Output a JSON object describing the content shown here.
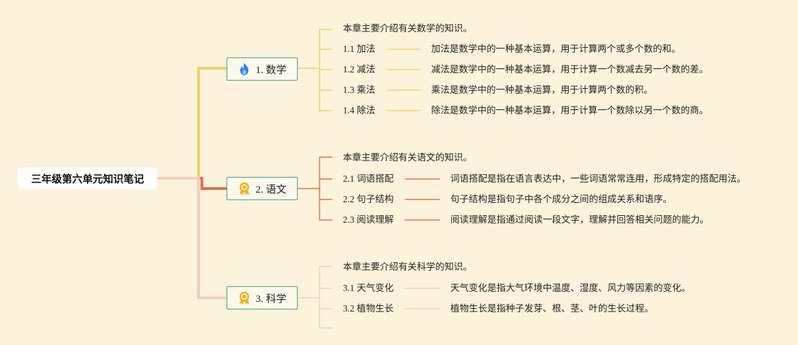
{
  "root": {
    "title": "三年级第六单元知识笔记"
  },
  "colors": {
    "background": "#fdf3dc",
    "branch_math": "#f2cf63",
    "branch_chinese": "#e27145",
    "branch_science": "#f7c9bc",
    "topic_border": "#4d9a7e",
    "flame_icon": "#2f7de1",
    "award_icon": "#e9b51f"
  },
  "topics": [
    {
      "label": "1. 数学",
      "icon": "flame-icon",
      "intro": "本章主要介绍有关数学的知识。",
      "items": [
        {
          "title": "1.1 加法",
          "desc": "加法是数学中的一种基本运算，用于计算两个或多个数的和。"
        },
        {
          "title": "1.2 减法",
          "desc": "减法是数学中的一种基本运算，用于计算一个数减去另一个数的差。"
        },
        {
          "title": "1.3 乘法",
          "desc": "乘法是数学中的一种基本运算，用于计算两个数的积。"
        },
        {
          "title": "1.4 除法",
          "desc": "除法是数学中的一种基本运算，用于计算一个数除以另一个数的商。"
        }
      ]
    },
    {
      "label": "2. 语文",
      "icon": "award-icon",
      "intro": "本章主要介绍有关语文的知识。",
      "items": [
        {
          "title": "2.1 词语搭配",
          "desc": "词语搭配是指在语言表达中，一些词语常常连用，形成特定的搭配用法。"
        },
        {
          "title": "2.2 句子结构",
          "desc": "句子结构是指句子中各个成分之间的组成关系和语序。"
        },
        {
          "title": "2.3 阅读理解",
          "desc": "阅读理解是指通过阅读一段文字，理解并回答相关问题的能力。"
        }
      ]
    },
    {
      "label": "3. 科学",
      "icon": "award-icon",
      "intro": "本章主要介绍有关科学的知识。",
      "items": [
        {
          "title": "3.1 天气变化",
          "desc": "天气变化是指大气环境中温度、湿度、风力等因素的变化。"
        },
        {
          "title": "3.2 植物生长",
          "desc": "植物生长是指种子发芽、根、茎、叶的生长过程。"
        }
      ]
    }
  ]
}
